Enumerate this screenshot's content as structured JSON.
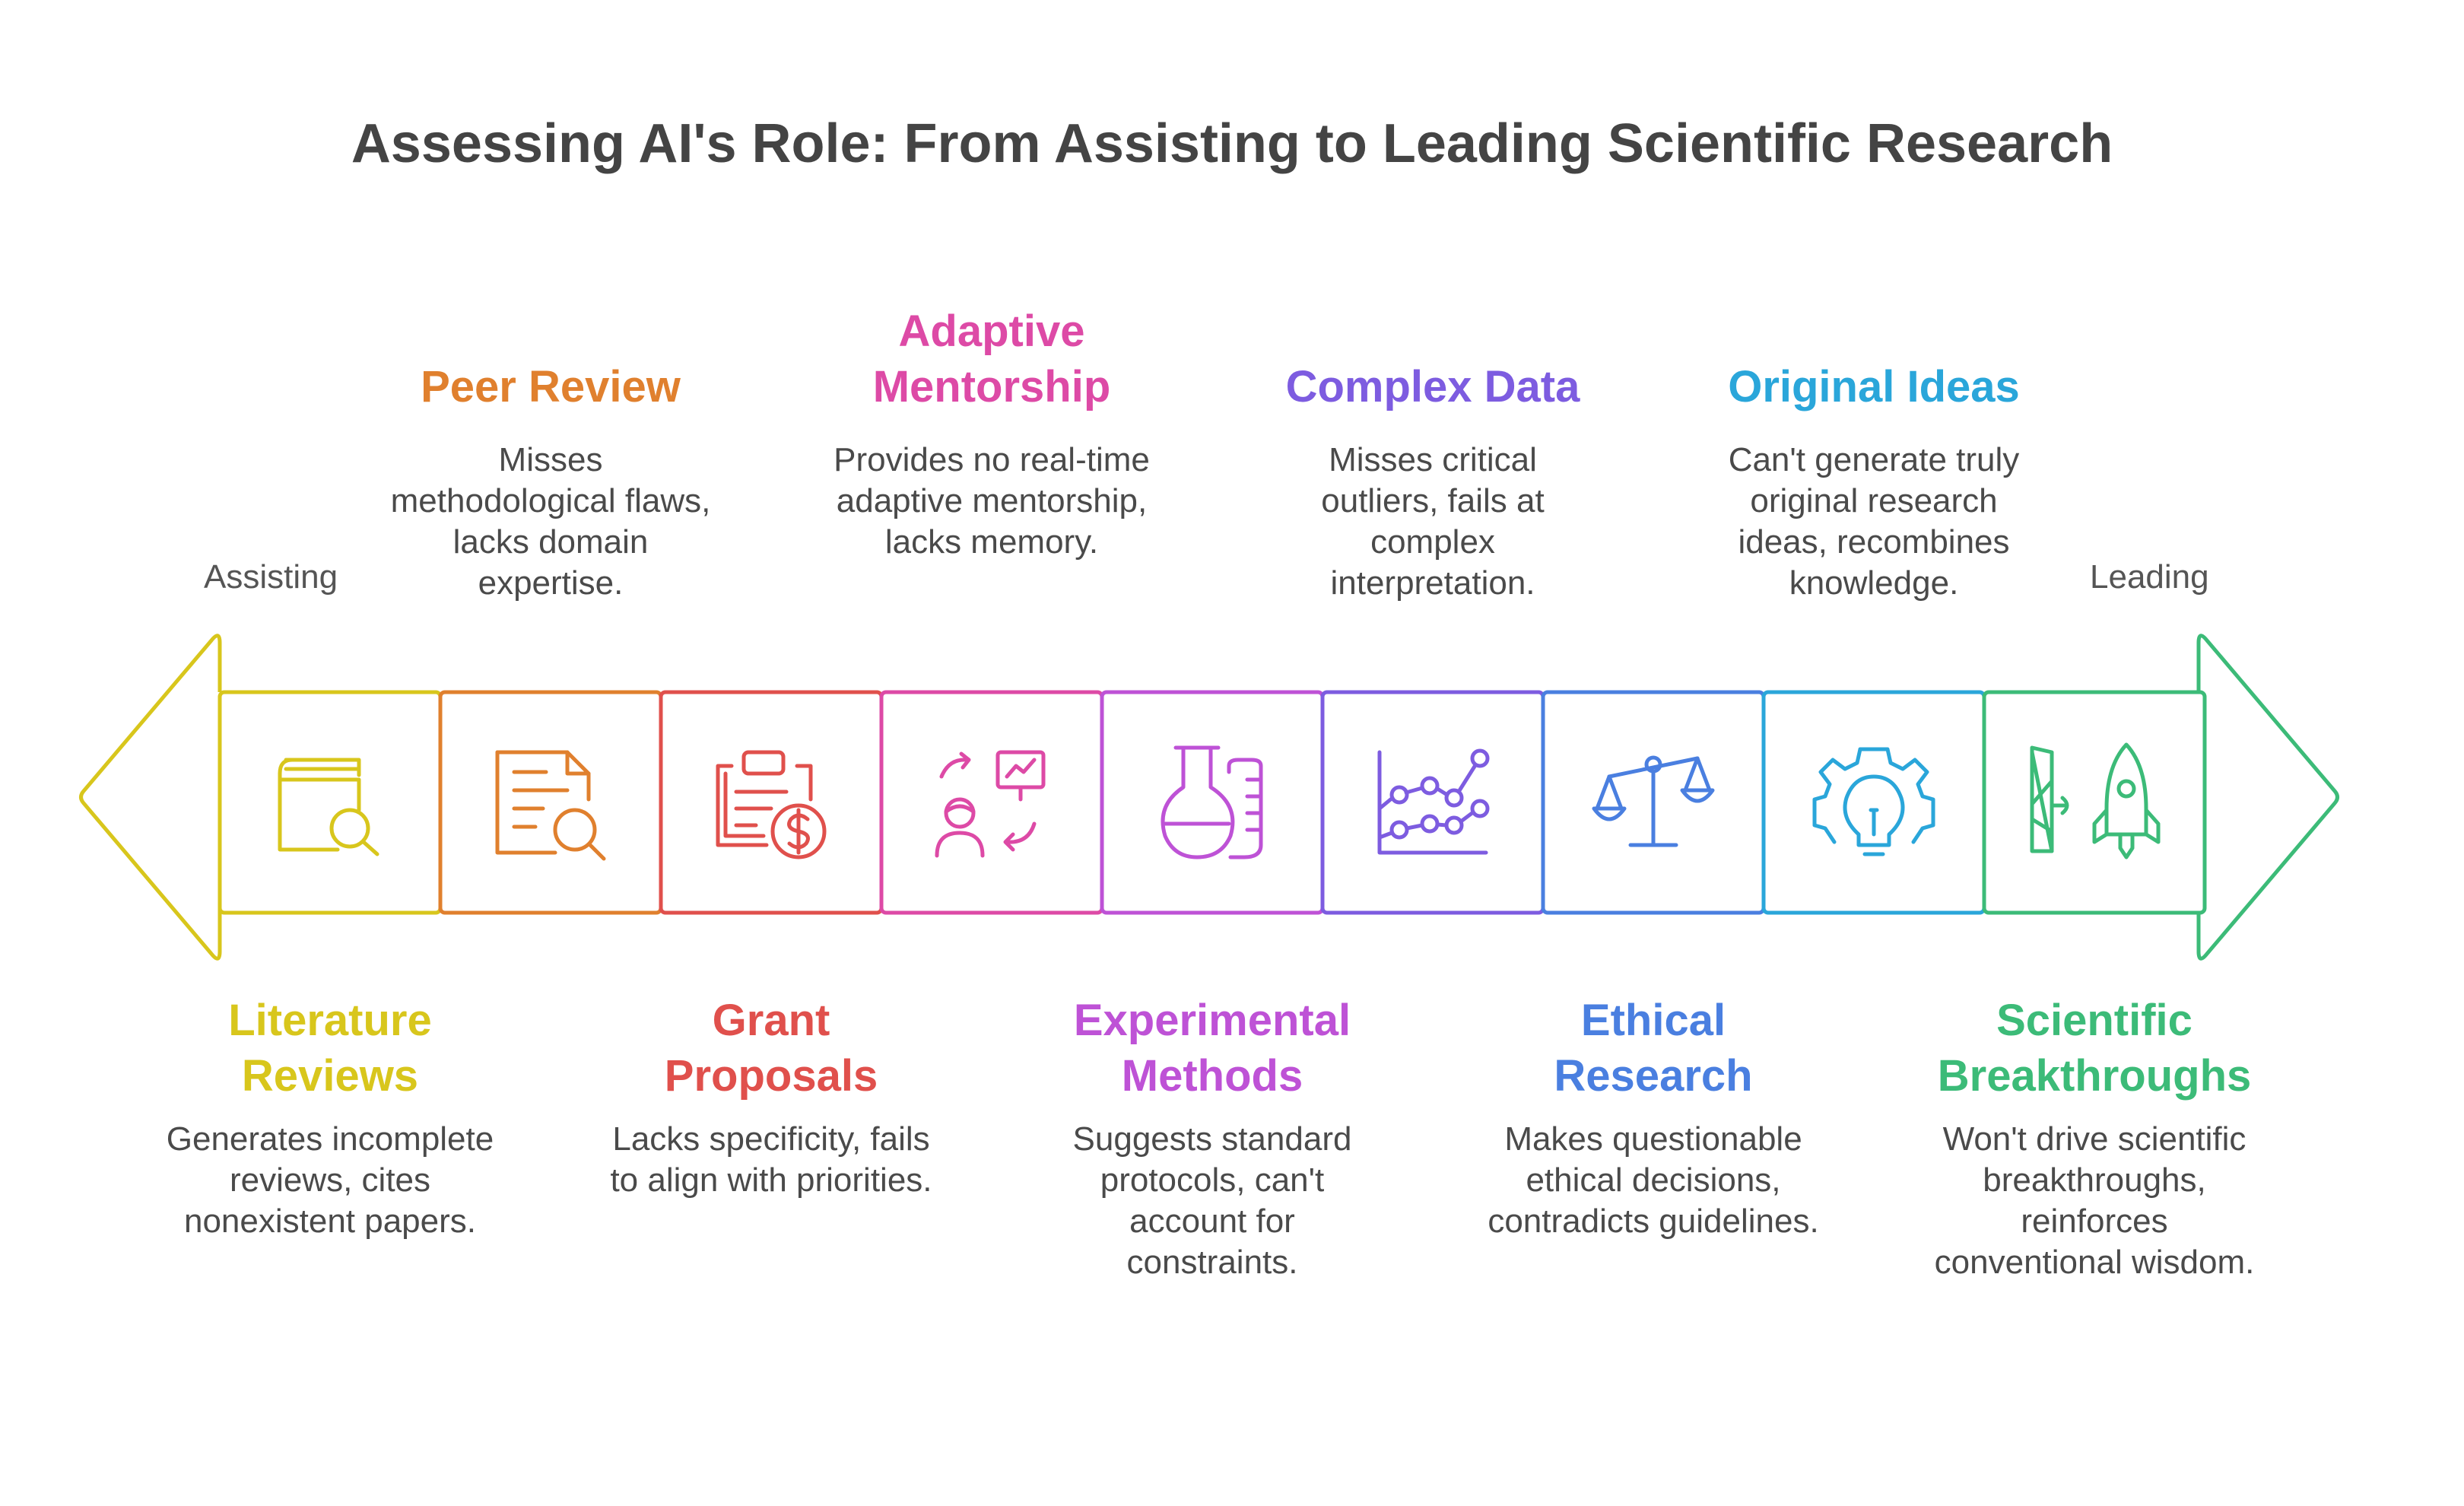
{
  "title": "Assessing AI's Role: From Assisting to Leading Scientific Research",
  "left_label": "Assisting",
  "right_label": "Leading",
  "stages": [
    {
      "name": "Literature Reviews",
      "heading": [
        "Literature",
        "Reviews"
      ],
      "desc": "Generates incomplete reviews, cites nonexistent papers.",
      "color": "#d8c61c",
      "icon": "book-search-icon",
      "position": "below"
    },
    {
      "name": "Peer Review",
      "heading": [
        "Peer Review"
      ],
      "desc": "Misses methodological flaws, lacks domain expertise.",
      "color": "#e0802e",
      "icon": "document-search-icon",
      "position": "above"
    },
    {
      "name": "Grant Proposals",
      "heading": [
        "Grant",
        "Proposals"
      ],
      "desc": "Lacks specificity, fails to align with priorities.",
      "color": "#e0504c",
      "icon": "clipboard-dollar-icon",
      "position": "below"
    },
    {
      "name": "Adaptive Mentorship",
      "heading": [
        "Adaptive",
        "Mentorship"
      ],
      "desc": "Provides no real-time adaptive mentorship, lacks memory.",
      "color": "#dd4aa6",
      "icon": "mentor-presentation-icon",
      "position": "above"
    },
    {
      "name": "Experimental Methods",
      "heading": [
        "Experimental",
        "Methods"
      ],
      "desc": "Suggests standard protocols, can't account for constraints.",
      "color": "#be52d6",
      "icon": "flask-icon",
      "position": "below"
    },
    {
      "name": "Complex Data",
      "heading": [
        "Complex Data"
      ],
      "desc": "Misses critical outliers, fails at complex interpretation.",
      "color": "#7d5ce0",
      "icon": "line-chart-icon",
      "position": "above"
    },
    {
      "name": "Ethical Research",
      "heading": [
        "Ethical",
        "Research"
      ],
      "desc": "Makes questionable ethical decisions, contradicts guidelines.",
      "color": "#4a7fe0",
      "icon": "scales-icon",
      "position": "below"
    },
    {
      "name": "Original Ideas",
      "heading": [
        "Original Ideas"
      ],
      "desc": "Can't generate truly original research ideas, recombines knowledge.",
      "color": "#2aa6da",
      "icon": "gear-lightbulb-icon",
      "position": "above"
    },
    {
      "name": "Scientific Breakthroughs",
      "heading": [
        "Scientific",
        "Breakthroughs"
      ],
      "desc": "Won't drive scientific breakthroughs, reinforces conventional wisdom.",
      "color": "#3cbb78",
      "icon": "rocket-launch-icon",
      "position": "below"
    }
  ]
}
